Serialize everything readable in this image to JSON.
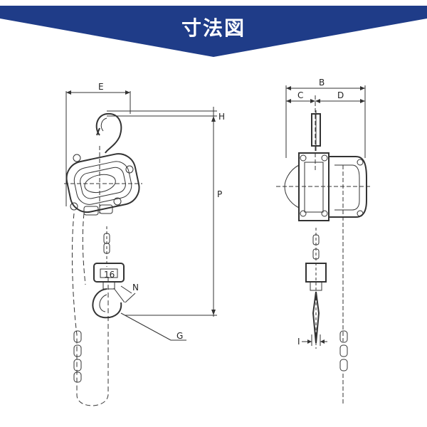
{
  "header": {
    "title": "寸法図",
    "color": "#1f3c88"
  },
  "dimensions": {
    "E": "E",
    "H": "H",
    "P": "P",
    "N": "N",
    "G": "G",
    "B": "B",
    "C": "C",
    "D": "D",
    "I": "I",
    "chain_tag": "16"
  }
}
